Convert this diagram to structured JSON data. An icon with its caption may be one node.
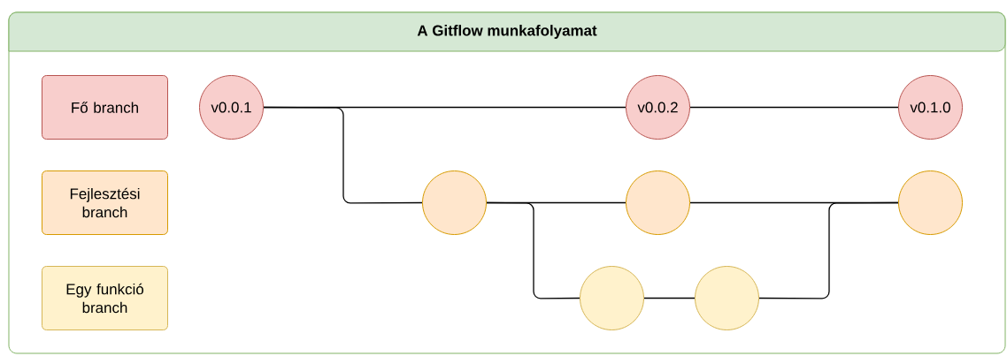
{
  "diagram": {
    "nodes": [
      {
        "text": [
          "A Gitflow munkafolyamat"
        ]
      },
      {
        "text": [
          "Fő branch"
        ],
        "in": 0
      },
      {
        "text": [
          "Fejlesztési branch"
        ],
        "in": 0
      },
      {
        "text": [
          "Egy funkció branch"
        ],
        "in": 0
      },
      {
        "text": [
          "v0.0.1"
        ],
        "in": 0
      },
      {
        "text": [
          "v0.0.2"
        ],
        "in": 0
      },
      {
        "text": [
          "v0.1.0"
        ],
        "in": 0
      },
      {
        "text": [],
        "shape": "circle",
        "in": 0
      },
      {
        "text": [],
        "shape": "circle",
        "in": 0
      },
      {
        "text": [],
        "shape": "circle",
        "in": 0
      },
      {
        "text": [],
        "shape": "circle",
        "in": 0
      },
      {
        "text": [],
        "shape": "circle",
        "in": 0
      }
    ],
    "edges": [
      {
        "from": 4,
        "to": 5,
        "arrow": "none"
      },
      {
        "from": 5,
        "to": 6,
        "arrow": "none"
      },
      {
        "from": 4,
        "to": 7,
        "arrow": "none"
      },
      {
        "from": 7,
        "to": 8,
        "arrow": "none"
      },
      {
        "from": 8,
        "to": 9,
        "arrow": "none"
      },
      {
        "from": 7,
        "to": 10,
        "arrow": "none"
      },
      {
        "from": 10,
        "to": 11,
        "arrow": "none"
      },
      {
        "from": 11,
        "to": 9,
        "arrow": "none"
      }
    ]
  }
}
